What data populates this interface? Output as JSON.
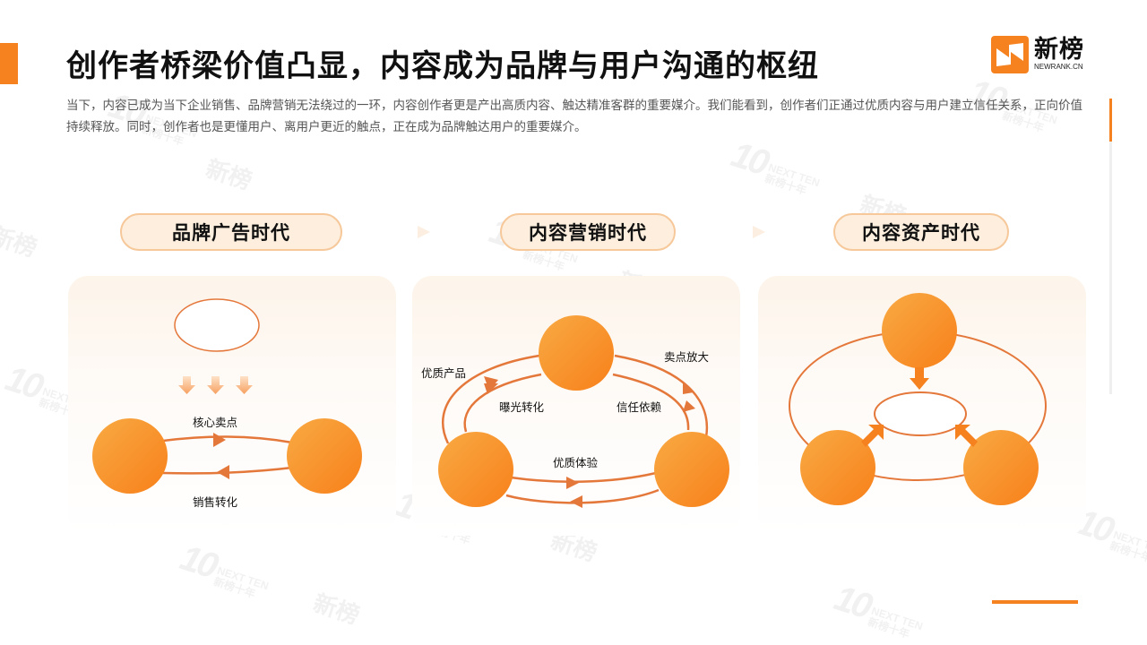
{
  "header": {
    "title": "创作者桥梁价值凸显，内容成为品牌与用户沟通的枢纽",
    "intro": "当下，内容已成为当下企业销售、品牌营销无法绕过的一环，内容创作者更是产出高质内容、触达精准客群的重要媒介。我们能看到，创作者们正通过优质内容与用户建立信任关系，正向价值持续释放。同时，创作者也是更懂用户、离用户更近的触点，正在成为品牌触达用户的重要媒介。"
  },
  "logo": {
    "name_cn": "新榜",
    "name_en": "NEWRANK.CN",
    "icon": "newrank-n-logo-icon"
  },
  "watermark": {
    "number": "10",
    "line1": "NEXT TEN",
    "line2": "新榜十年",
    "brand": "新榜"
  },
  "eras": [
    {
      "label": "品牌广告时代",
      "labels": {
        "top_flow": "核心卖点",
        "bottom_flow": "销售转化"
      }
    },
    {
      "label": "内容营销时代",
      "labels": {
        "outer_left": "优质产品",
        "inner_left": "曝光转化",
        "outer_right": "卖点放大",
        "inner_right": "信任依赖",
        "bottom": "优质体验"
      }
    },
    {
      "label": "内容资产时代",
      "labels": {}
    }
  ],
  "colors": {
    "accent": "#f5811f",
    "node_light": "#f8a240",
    "node_dark": "#f7861d",
    "line": "#e4773a",
    "pill_bg": "#fdeedd",
    "pill_border": "#f6c89a",
    "intro_text": "#555555"
  }
}
